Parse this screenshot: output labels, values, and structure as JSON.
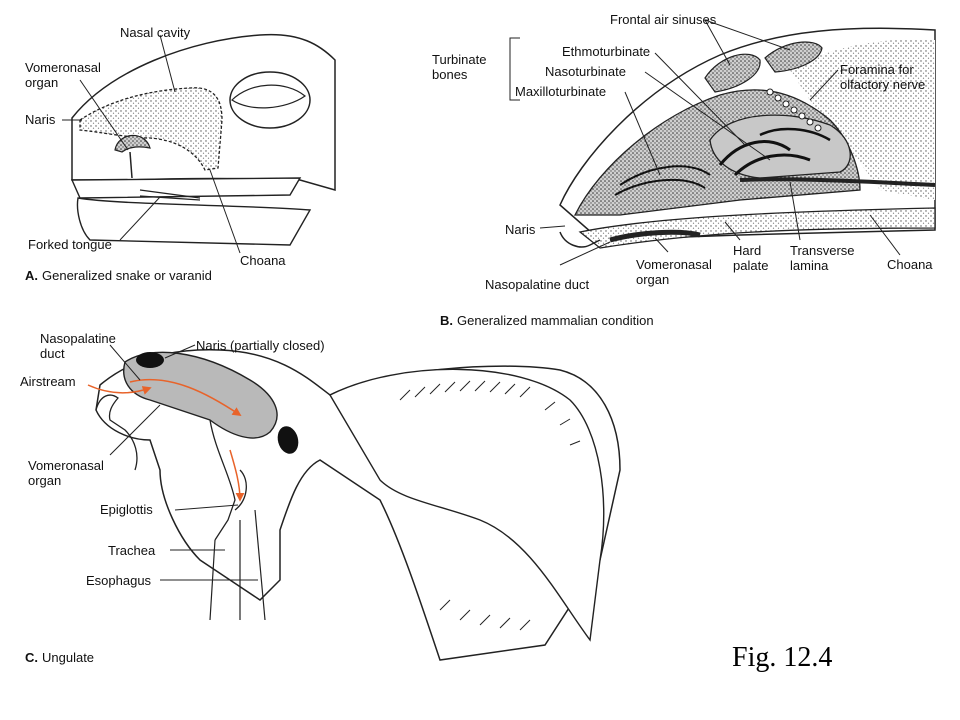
{
  "panel_a": {
    "caption_letter": "A.",
    "caption": "Generalized snake or varanid",
    "labels": {
      "nasal_cavity": "Nasal cavity",
      "vomeronasal_organ": "Vomeronasal organ",
      "naris": "Naris",
      "forked_tongue": "Forked tongue",
      "choana": "Choana"
    }
  },
  "panel_b": {
    "caption_letter": "B.",
    "caption": "Generalized mammalian condition",
    "labels": {
      "frontal_air_sinuses": "Frontal air sinuses",
      "turbinate_bones": "Turbinate bones",
      "ethmoturbinate": "Ethmoturbinate",
      "nasoturbinate": "Nasoturbinate",
      "maxilloturbinate": "Maxilloturbinate",
      "foramina": "Foramina for olfactory nerve",
      "naris": "Naris",
      "nasopalatine_duct": "Nasopalatine duct",
      "vomeronasal_organ": "Vomeronasal organ",
      "hard_palate": "Hard palate",
      "transverse_lamina": "Transverse lamina",
      "choana": "Choana"
    }
  },
  "panel_c": {
    "caption_letter": "C.",
    "caption": "Ungulate",
    "labels": {
      "nasopalatine_duct": "Nasopalatine duct",
      "naris": "Naris (partially closed)",
      "airstream": "Airstream",
      "vomeronasal_organ": "Vomeronasal organ",
      "epiglottis": "Epiglottis",
      "trachea": "Trachea",
      "esophagus": "Esophagus"
    },
    "arrow_color": "#e8632a"
  },
  "figure_label": "Fig. 12.4"
}
